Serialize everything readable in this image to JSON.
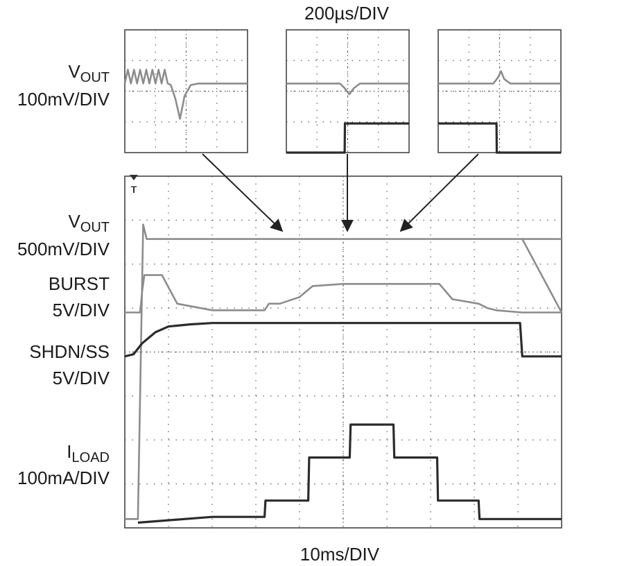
{
  "labels": {
    "top_timebase": "200µs/DIV",
    "bottom_timebase": "10ms/DIV",
    "inset_vout_main": "V",
    "inset_vout_sub": "OUT",
    "inset_vout_scale": "100mV/DIV",
    "vout_main": "V",
    "vout_sub": "OUT",
    "vout_scale": "500mV/DIV",
    "burst_name": "BURST",
    "burst_scale": "5V/DIV",
    "shdn_name": "SHDN/SS",
    "shdn_scale": "5V/DIV",
    "iload_main": "I",
    "iload_sub": "LOAD",
    "iload_scale": "100mA/DIV",
    "trigger_marker": "T"
  },
  "colors": {
    "grid": "#5a5a5a",
    "light_trace": "#8c8c8c",
    "dark_trace": "#2b2b2b",
    "arrow": "#222222"
  },
  "chart_data": [
    {
      "type": "line",
      "title": "",
      "xlabel": "10ms/DIV",
      "ylabel": "",
      "grid": true,
      "divisions": {
        "x": 10,
        "y": 8
      },
      "xlim": [
        0,
        10
      ],
      "ylim": [
        0,
        8
      ],
      "x_units": "div",
      "series": [
        {
          "name": "VOUT 500mV/DIV",
          "color": "light",
          "x": [
            0,
            0.3,
            0.42,
            0.5,
            10
          ],
          "y": [
            0.2,
            0.2,
            6.9,
            6.57,
            6.57
          ],
          "end_decay": {
            "x": [
              9.1,
              10
            ],
            "y": [
              6.57,
              4.9
            ]
          }
        },
        {
          "name": "BURST 5V/DIV",
          "x": [
            0,
            0.35,
            0.4,
            0.45,
            0.85,
            1.2,
            2,
            3.2,
            3.3,
            3.55,
            4.0,
            4.3,
            5.0,
            7.2,
            7.5,
            8.1,
            8.3,
            8.5,
            9.1,
            10
          ],
          "y": [
            4.9,
            4.9,
            5.4,
            5.75,
            5.75,
            5.1,
            4.95,
            4.95,
            5.1,
            5.1,
            5.25,
            5.5,
            5.55,
            5.55,
            5.2,
            5.1,
            5.0,
            4.95,
            4.9,
            4.9
          ]
        },
        {
          "name": "SHDN/SS 5V/DIV",
          "x": [
            0,
            0.2,
            0.4,
            0.7,
            1.0,
            1.5,
            2,
            3,
            9.05,
            9.1,
            10
          ],
          "y": [
            3.9,
            3.95,
            4.2,
            4.45,
            4.58,
            4.63,
            4.66,
            4.66,
            4.66,
            3.9,
            3.9
          ]
        },
        {
          "name": "ILOAD 100mA/DIV",
          "x": [
            0.3,
            0.32,
            2,
            3.2,
            3.22,
            4.2,
            4.22,
            5.15,
            5.17,
            6.15,
            6.17,
            7.15,
            7.17,
            8.1,
            8.12,
            10
          ],
          "y": [
            0.12,
            0.12,
            0.25,
            0.25,
            0.62,
            0.62,
            1.6,
            1.6,
            2.35,
            2.35,
            1.6,
            1.6,
            0.62,
            0.62,
            0.2,
            0.2
          ]
        }
      ]
    },
    {
      "type": "line",
      "title": "",
      "xlabel": "200µs/DIV",
      "ylabel": "VOUT 100mV/DIV",
      "grid": true,
      "divisions": {
        "x": 4,
        "y": 4
      },
      "xlim": [
        0,
        4
      ],
      "ylim": [
        0,
        4
      ],
      "series": [
        {
          "name": "VOUT",
          "color": "light",
          "x": [
            0,
            0.1,
            0.2,
            0.3,
            0.4,
            0.5,
            0.6,
            0.7,
            0.8,
            0.9,
            1.0,
            1.1,
            1.2,
            1.3,
            1.4,
            1.5,
            1.65,
            1.8,
            1.95,
            2.15,
            2.4,
            4
          ],
          "y": [
            2.25,
            2.7,
            2.25,
            2.7,
            2.25,
            2.7,
            2.25,
            2.7,
            2.25,
            2.7,
            2.25,
            2.7,
            2.25,
            2.7,
            2.25,
            2.2,
            1.75,
            1.1,
            1.85,
            2.2,
            2.25,
            2.25
          ]
        }
      ]
    },
    {
      "type": "line",
      "title": "",
      "xlabel": "200µs/DIV",
      "ylabel": "",
      "grid": true,
      "divisions": {
        "x": 4,
        "y": 4
      },
      "xlim": [
        0,
        4
      ],
      "ylim": [
        0,
        4
      ],
      "series": [
        {
          "name": "VOUT",
          "color": "light",
          "x": [
            0,
            1.75,
            1.9,
            2.05,
            2.2,
            2.4,
            4
          ],
          "y": [
            2.25,
            2.25,
            2.1,
            1.9,
            2.1,
            2.25,
            2.25
          ]
        },
        {
          "name": "ILOAD",
          "color": "dark",
          "x": [
            0,
            1.9,
            1.91,
            4
          ],
          "y": [
            0.0,
            0.0,
            0.95,
            0.95
          ]
        }
      ]
    },
    {
      "type": "line",
      "title": "",
      "xlabel": "200µs/DIV",
      "ylabel": "",
      "grid": true,
      "divisions": {
        "x": 4,
        "y": 4
      },
      "xlim": [
        0,
        4
      ],
      "ylim": [
        0,
        4
      ],
      "series": [
        {
          "name": "VOUT",
          "color": "light",
          "x": [
            0,
            1.8,
            1.95,
            2.05,
            2.15,
            2.35,
            2.6,
            4
          ],
          "y": [
            2.25,
            2.25,
            2.45,
            2.65,
            2.4,
            2.25,
            2.25,
            2.25
          ]
        },
        {
          "name": "ILOAD",
          "color": "dark",
          "x": [
            0,
            1.9,
            1.91,
            4
          ],
          "y": [
            0.95,
            0.95,
            0.0,
            0.0
          ]
        }
      ]
    }
  ]
}
